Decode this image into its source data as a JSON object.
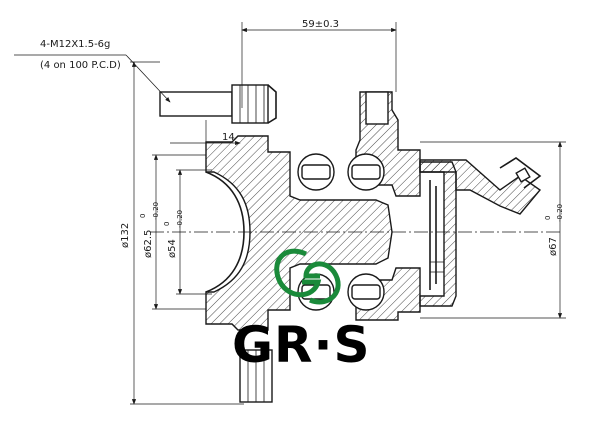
{
  "callout": {
    "thread": "4-M12X1.5-6g",
    "pcd": "(4 on 100 P.C.D)"
  },
  "dimensions": {
    "width_top": "59±0.3",
    "offset": "14",
    "dia_flange": "ø132",
    "dia_pilot": "ø62.5",
    "dia_pilot_tol": "0",
    "dia_pilot_tol_low": "-0.20",
    "dia_bore": "ø54",
    "dia_bore_tol": "0",
    "dia_bore_tol_low": "-0.20",
    "dia_outer": "ø67",
    "dia_outer_tol": "0",
    "dia_outer_tol_low": "-0.20"
  },
  "watermark": {
    "brand": "GR·S",
    "logo_color": "#1a8a3a"
  }
}
